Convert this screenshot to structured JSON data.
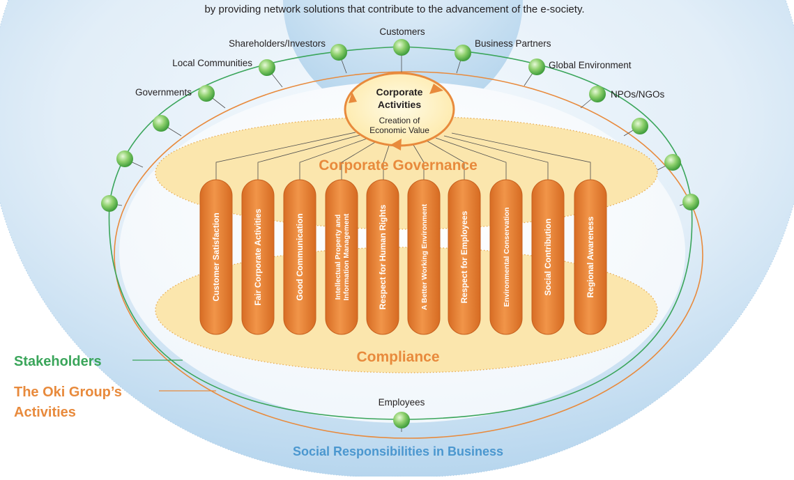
{
  "intro_text": "by providing network solutions that contribute to the advancement of the e-society.",
  "stakeholders": [
    "Customers",
    "Shareholders/Investors",
    "Business Partners",
    "Local Communities",
    "Global Environment",
    "Governments",
    "NPOs/NGOs",
    "Employees"
  ],
  "core": {
    "title_line1": "Corporate",
    "title_line2": "Activities",
    "sub_line1": "Creation of",
    "sub_line2": "Economic Value"
  },
  "governance_label": "Corporate Governance",
  "compliance_label": "Compliance",
  "pillars": [
    "Customer Satisfaction",
    "Fair Corporate Activities",
    "Good Communication",
    "Intellectual Property and",
    "Information Management",
    "Respect for Human Rights",
    "A Better Working Environment",
    "Respect for Employees",
    "Environmental Conservation",
    "Social Contribution",
    "Regional Awareness"
  ],
  "legend": {
    "stakeholders": "Stakeholders",
    "activities_line1": "The Oki Group’s",
    "activities_line2": "Activities"
  },
  "bottom_title": "Social Responsibilities in Business",
  "colors": {
    "orange": "#e88a3c",
    "green": "#3aa55a",
    "blue": "#4b97cf",
    "cream": "#fbe6ad"
  }
}
